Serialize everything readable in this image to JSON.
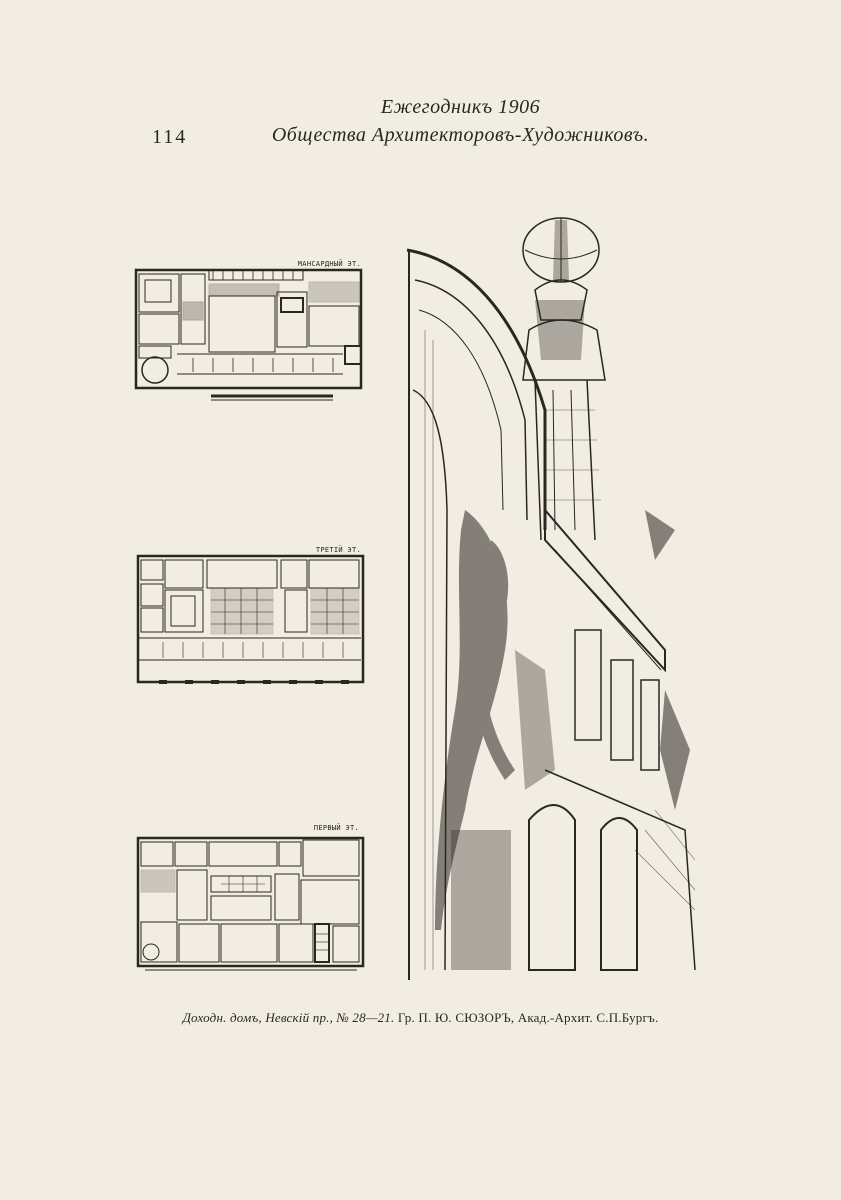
{
  "header": {
    "line1": "Ежегодникъ 1906",
    "line2": "Общества Архитекторовъ-Художниковъ.",
    "page_number": "114"
  },
  "plans": [
    {
      "label": "МАНСАРДНЫЙ ЭТ."
    },
    {
      "label": "ТРЕТІЙ ЭТ."
    },
    {
      "label": "ПЕРВЫЙ ЭТ."
    }
  ],
  "caption": {
    "italic_part": "Доходн. домъ, Невскій пр., № 28—21.",
    "regular_part": "Гр. П. Ю. СЮЗОРЪ, Акад.-Архит. С.П.Бургъ."
  }
}
